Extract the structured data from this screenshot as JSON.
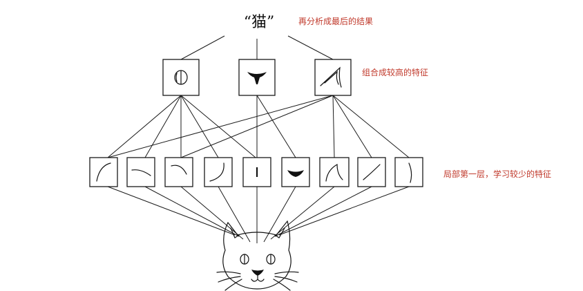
{
  "top_label": "“猫”",
  "annotations": {
    "top": "再分析成最后的结果",
    "middle": "组合成较高的特征",
    "low": "局部第一层，学习较少的特征"
  },
  "colors": {
    "annotation": "#c0392b",
    "lines": "#1a1a1a"
  },
  "mid_features": [
    "eye-feature-icon",
    "nose-feature-icon",
    "ear-feature-icon"
  ],
  "low_features": [
    "curve-arc-icon",
    "wave-stroke-icon",
    "hook-curve-icon",
    "j-curve-icon",
    "vertical-bar-icon",
    "nose-blob-icon",
    "ear-tip-icon",
    "diagonal-stroke-icon",
    "parenthesis-curve-icon"
  ]
}
